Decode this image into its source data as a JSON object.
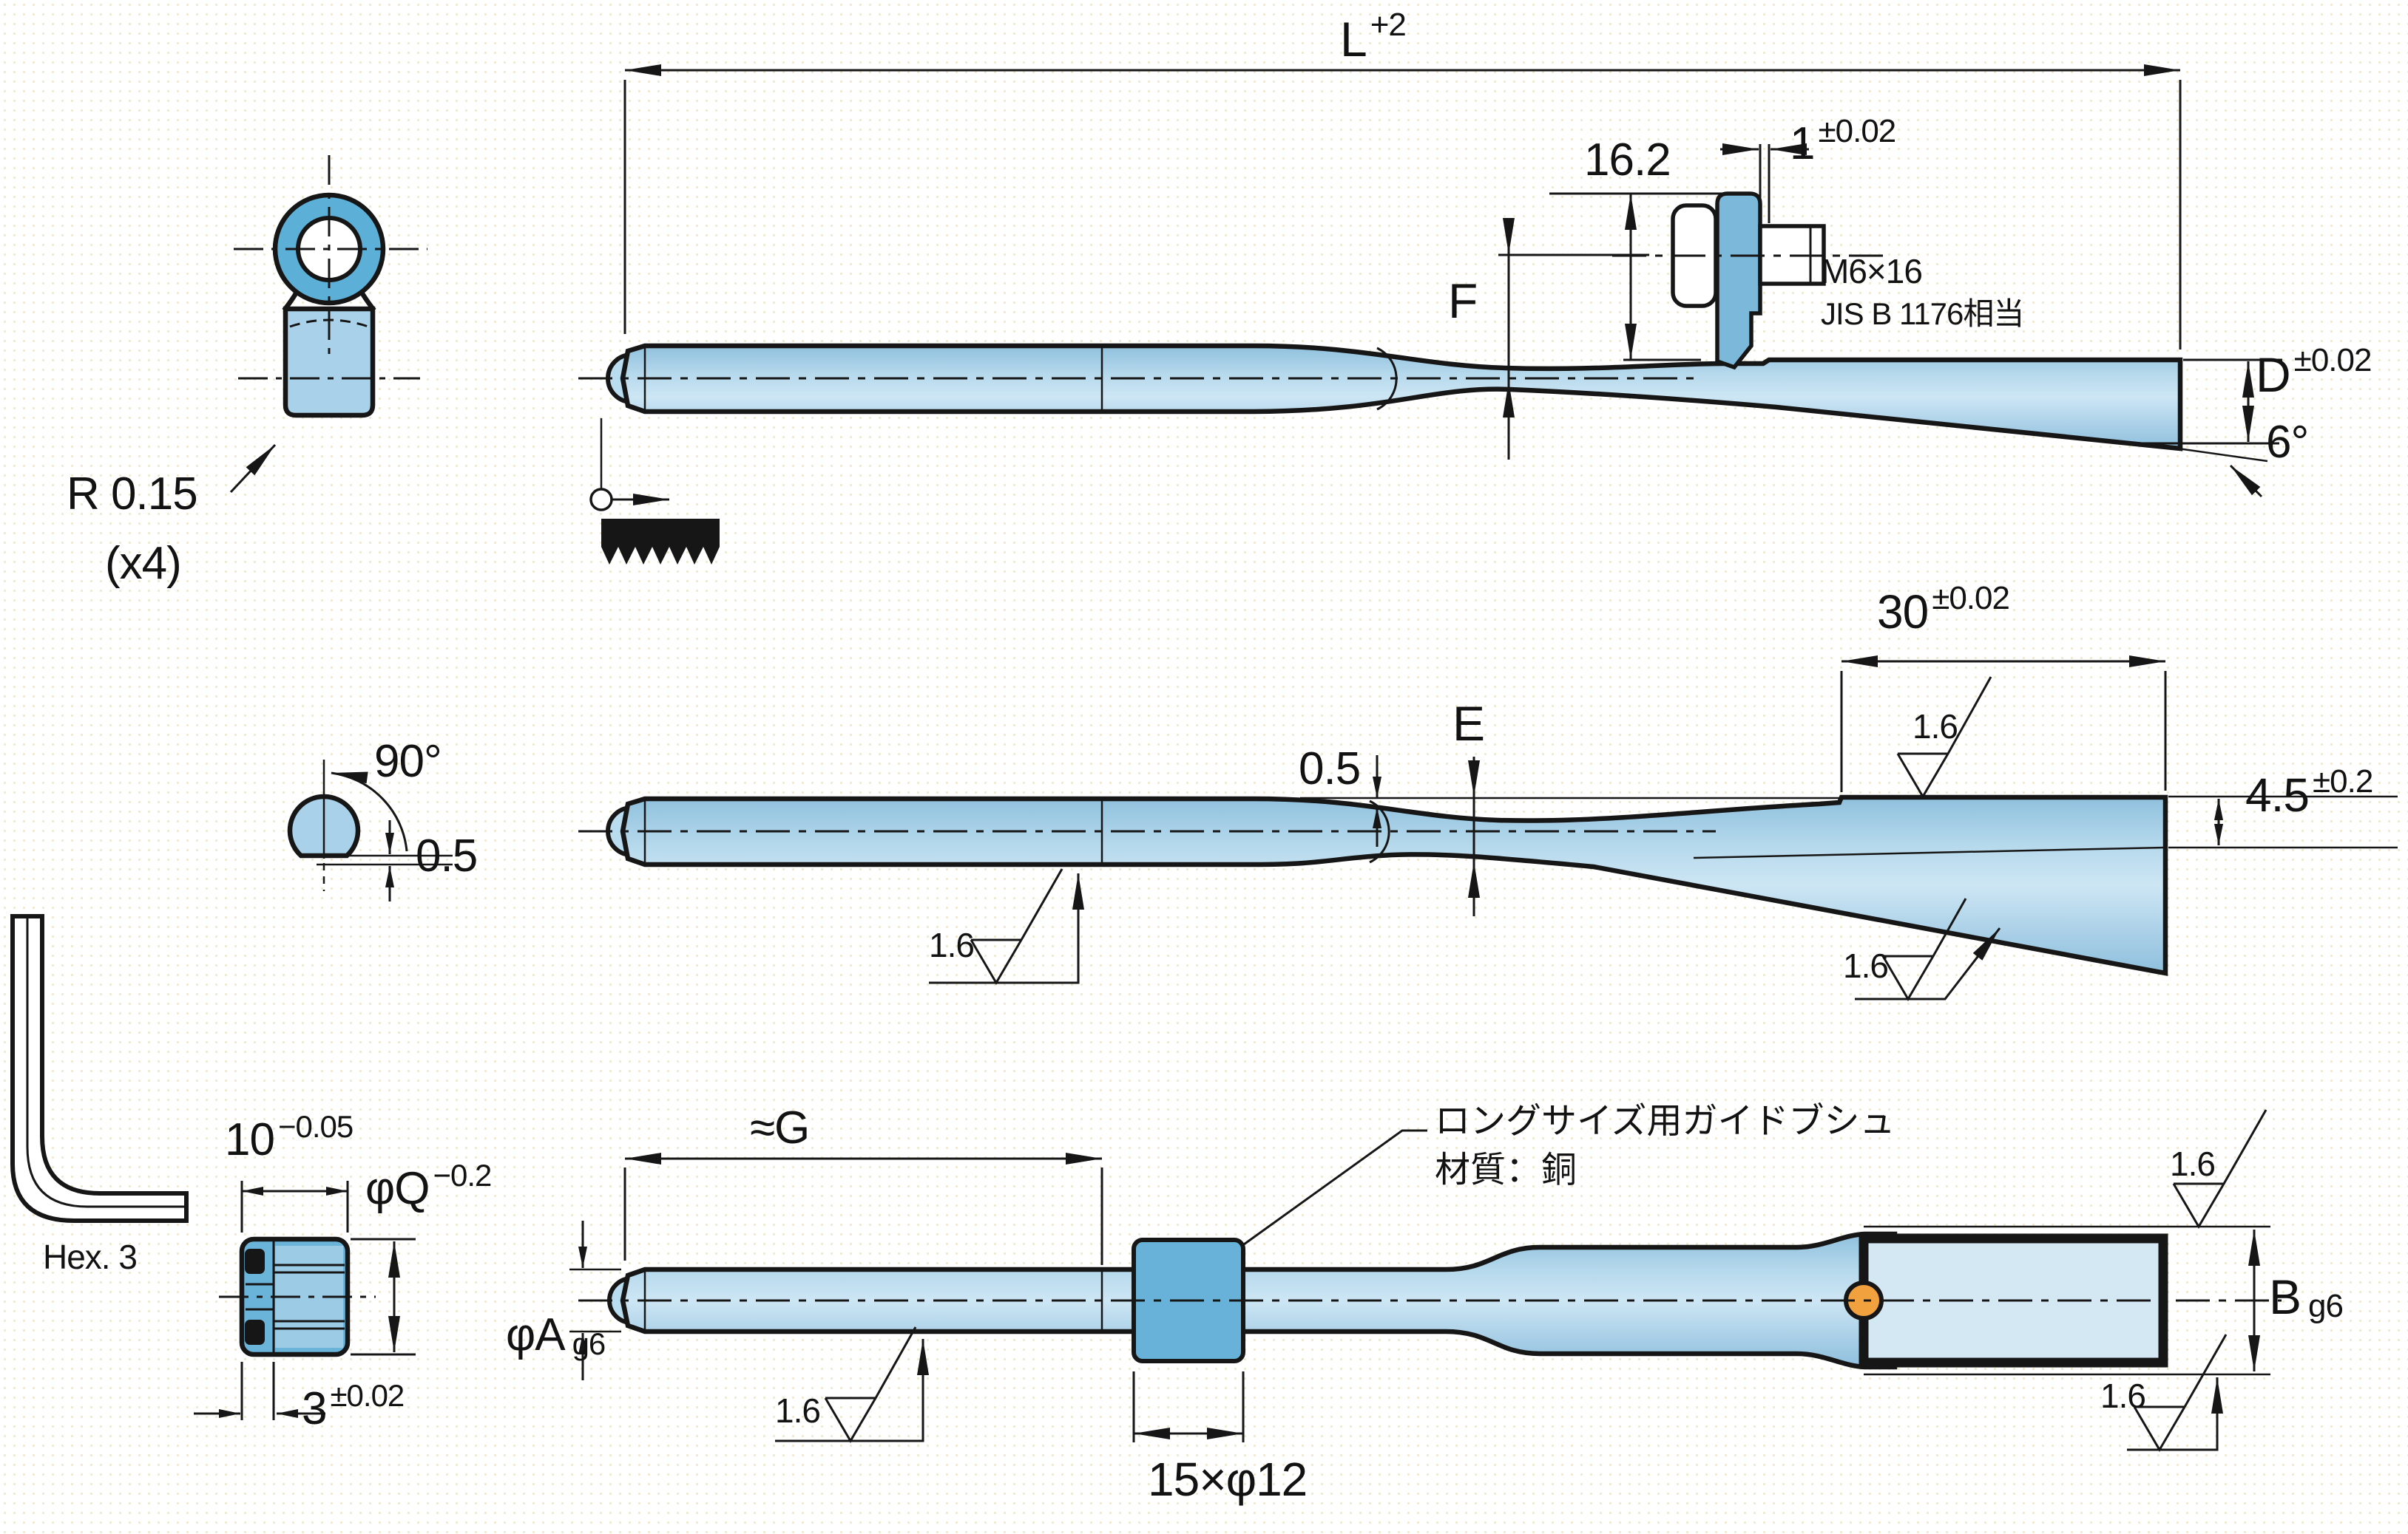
{
  "meta": {
    "kind": "technical-drawing",
    "language": "ja"
  },
  "colors": {
    "line": "#161616",
    "part_fill": "#aed3ea",
    "eye_fill": "#5cafd7",
    "stem_fill": "#a9d2ea",
    "clamp_fill": "#7cb8da",
    "bush_fill": "#68b2d9",
    "bush_section_fill": "#6ab4da",
    "bush_section_inner": "#9ccbe5",
    "tip_block_fill": "#d4e8f4",
    "pin_orange": "#f2a13f",
    "background_dot": "#efeacd"
  },
  "finish": {
    "value": "1.6"
  },
  "view_top": {
    "dim_length": {
      "base": "L",
      "tol": "+2"
    },
    "dim_head_height": "16.2",
    "dim_clamp_gap": {
      "base": "1",
      "tol": "±0.02"
    },
    "bolt_spec": "M6×16",
    "bolt_standard": "JIS B 1176相当",
    "dim_center_offset": "F",
    "dim_shank_height": {
      "base": "D",
      "tol": "±0.02"
    },
    "dim_taper_angle": "6°"
  },
  "detail_eye": {
    "radius": "R 0.15",
    "count": "(x4)"
  },
  "detail_flat": {
    "angle": "90°",
    "depth": "0.5"
  },
  "view_middle": {
    "dim_flat_length": {
      "base": "30",
      "tol": "±0.02"
    },
    "dim_step": "0.5",
    "dim_edge_height": "E",
    "dim_tip_thickness": {
      "base": "4.5",
      "tol": "±0.2"
    }
  },
  "detail_bush_section": {
    "dim_length": {
      "base": "10",
      "tol": "−0.05"
    },
    "dim_outer_dia": {
      "base": "φQ",
      "tol": "−0.2"
    },
    "dim_wall": {
      "base": "3",
      "tol": "±0.02"
    }
  },
  "hex_key": {
    "label": "Hex. 3"
  },
  "view_bottom": {
    "dim_guide_length": "≈G",
    "callout_bush_line1": "ロングサイズ用ガイドブシュ",
    "callout_bush_line2": "材質：銅",
    "dim_shaft_dia": {
      "base": "φA",
      "fit": "g6"
    },
    "dim_bush_size": "15×φ12",
    "dim_body_dia": {
      "base": "B",
      "fit": "g6"
    }
  }
}
